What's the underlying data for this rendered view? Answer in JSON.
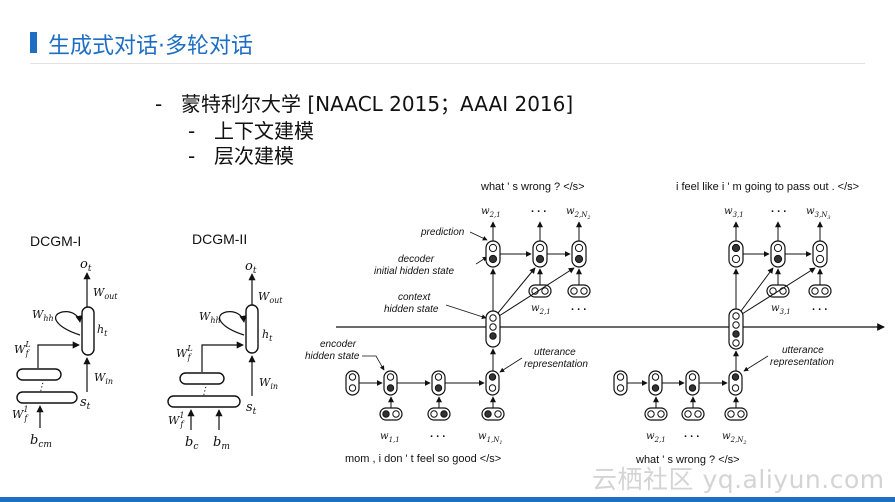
{
  "slide": {
    "title": "生成式对话·多轮对话",
    "bullets": [
      {
        "text": "蒙特利尔大学 [NAACL 2015；AAAI 2016]",
        "level": 1
      },
      {
        "text": "上下文建模",
        "level": 2
      },
      {
        "text": "层次建模",
        "level": 2
      }
    ],
    "watermark": "云栖社区 yq.aliyun.com",
    "accent_color": "#1e6fc4"
  },
  "dcgm1": {
    "title": "DCGM-I",
    "o": "o",
    "o_sub": "t",
    "wout": "W",
    "wout_sub": "out",
    "whh": "W",
    "whh_sub": "hh",
    "h": "h",
    "h_sub": "t",
    "wfl": "W",
    "wfl_sup": "L",
    "wfl_sub": "f",
    "win": "W",
    "win_sub": "in",
    "wf1": "W",
    "wf1_sup": "1",
    "wf1_sub": "f",
    "s": "s",
    "s_sub": "t",
    "b": "b",
    "b_sub": "cm",
    "dots": "⋮"
  },
  "dcgm2": {
    "title": "DCGM-II",
    "o": "o",
    "o_sub": "t",
    "wout": "W",
    "wout_sub": "out",
    "whh": "W",
    "whh_sub": "hh",
    "h": "h",
    "h_sub": "t",
    "wfl": "W",
    "wfl_sup": "L",
    "wfl_sub": "f",
    "win": "W",
    "win_sub": "in",
    "wf1": "W",
    "wf1_sup": "1",
    "wf1_sub": "f",
    "s": "s",
    "s_sub": "t",
    "bc": "b",
    "bc_sub": "c",
    "bm": "b",
    "bm_sub": "m",
    "dots": "⋮"
  },
  "hred": {
    "out1": "what ' s wrong ? </s>",
    "out2": "i feel like i ' m going to pass out . </s>",
    "in1": "mom , i don ' t feel so good </s>",
    "in2": "what ' s wrong ? </s>",
    "prediction": "prediction",
    "decoder_1": "decoder",
    "decoder_2": "initial hidden state",
    "context_1": "context",
    "context_2": "hidden state",
    "encoder_1": "encoder",
    "encoder_2": "hidden state",
    "utt1_1": "utterance",
    "utt1_2": "representation",
    "utt2_1": "utterance",
    "utt2_2": "representation",
    "dots": ". . .",
    "w": "w",
    "w21": "2,1",
    "w2N2": "2,N",
    "w31": "3,1",
    "w3N3": "3,N",
    "w11": "1,1",
    "w1N1": "1,N",
    "n2": "2",
    "n3": "3",
    "n1": "1"
  }
}
